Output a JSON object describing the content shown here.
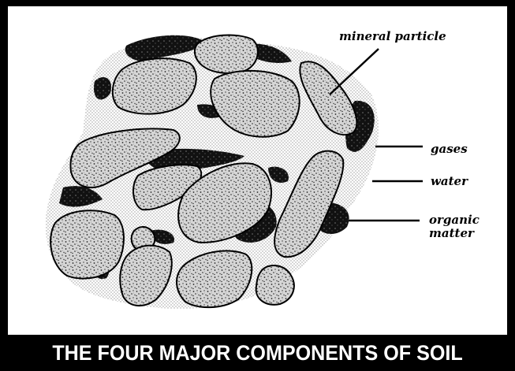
{
  "title": "THE FOUR MAJOR COMPONENTS OF SOIL",
  "labels": {
    "mineral": "mineral particle",
    "gases": "gases",
    "water": "water",
    "organic": "organic matter"
  },
  "colors": {
    "background": "#000000",
    "panel": "#ffffff",
    "ink": "#000000",
    "caption_text": "#ffffff"
  }
}
